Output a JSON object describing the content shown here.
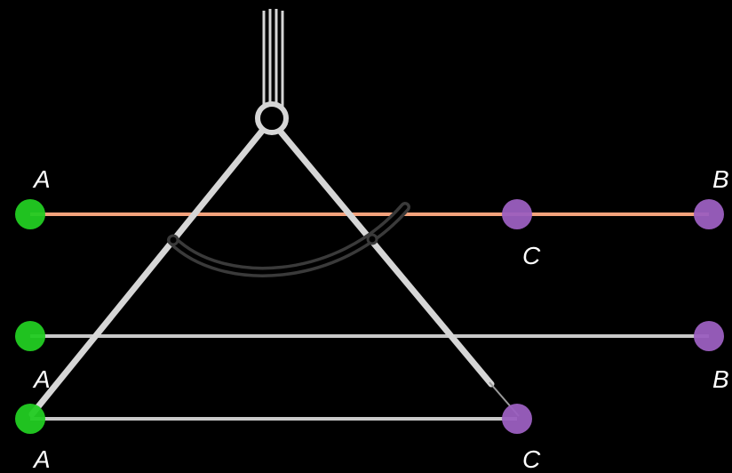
{
  "colors": {
    "background": "#000000",
    "segment_top": "#f4a27c",
    "segment_gray": "#c8c8c8",
    "point_green": "#22cc22",
    "point_purple": "#9b5fc0",
    "compass": "#d6d6d6",
    "arc": "#2a2a2a",
    "label": "#ffffff"
  },
  "rows": {
    "top": {
      "labels": {
        "a": "A",
        "b": "B",
        "c": "C"
      }
    },
    "middle": {
      "labels": {
        "a": "A",
        "b": "B"
      }
    },
    "bottom": {
      "labels": {
        "a": "A",
        "c": "C"
      }
    }
  },
  "icons": [
    "compass-icon",
    "arc-icon"
  ]
}
